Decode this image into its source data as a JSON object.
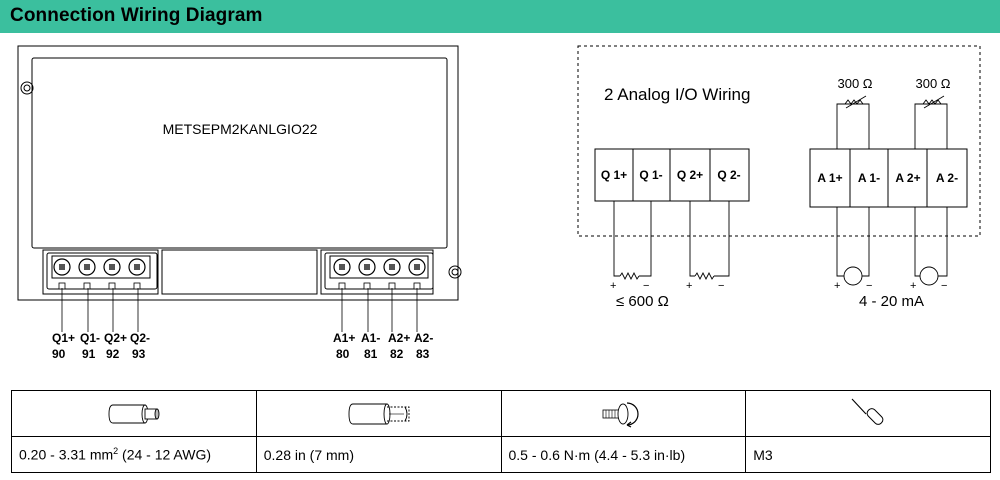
{
  "header": {
    "title": "Connection Wiring Diagram"
  },
  "colors": {
    "header_bg": "#3bbf9e"
  },
  "device": {
    "model": "METSEPM2KANLGIO22",
    "left_terminals": [
      {
        "label": "Q1+",
        "number": "90"
      },
      {
        "label": "Q1-",
        "number": "91"
      },
      {
        "label": "Q2+",
        "number": "92"
      },
      {
        "label": "Q2-",
        "number": "93"
      }
    ],
    "right_terminals": [
      {
        "label": "A1+",
        "number": "80"
      },
      {
        "label": "A1-",
        "number": "81"
      },
      {
        "label": "A2+",
        "number": "82"
      },
      {
        "label": "A2-",
        "number": "83"
      }
    ]
  },
  "wiring": {
    "title": "2 Analog I/O Wiring",
    "outputs": [
      "Q 1+",
      "Q 1-",
      "Q 2+",
      "Q 2-"
    ],
    "inputs": [
      "A 1+",
      "A 1-",
      "A 2+",
      "A 2-"
    ],
    "resistor_label_1": "300 Ω",
    "resistor_label_2": "300 Ω",
    "load_label": "≤ 600 Ω",
    "current_label": "4 - 20 mA",
    "plus": "+",
    "minus": "−"
  },
  "specs": [
    {
      "icon": "wire-stripped-icon",
      "value": "0.20 - 3.31 mm",
      "sup": "2",
      "value_suffix": " (24 - 12 AWG)"
    },
    {
      "icon": "wire-strip-length-icon",
      "value": "0.28 in (7 mm)"
    },
    {
      "icon": "screw-torque-icon",
      "value": "0.5 - 0.6 N·m (4.4 - 5.3 in·lb)"
    },
    {
      "icon": "screwdriver-icon",
      "value": "M3"
    }
  ]
}
